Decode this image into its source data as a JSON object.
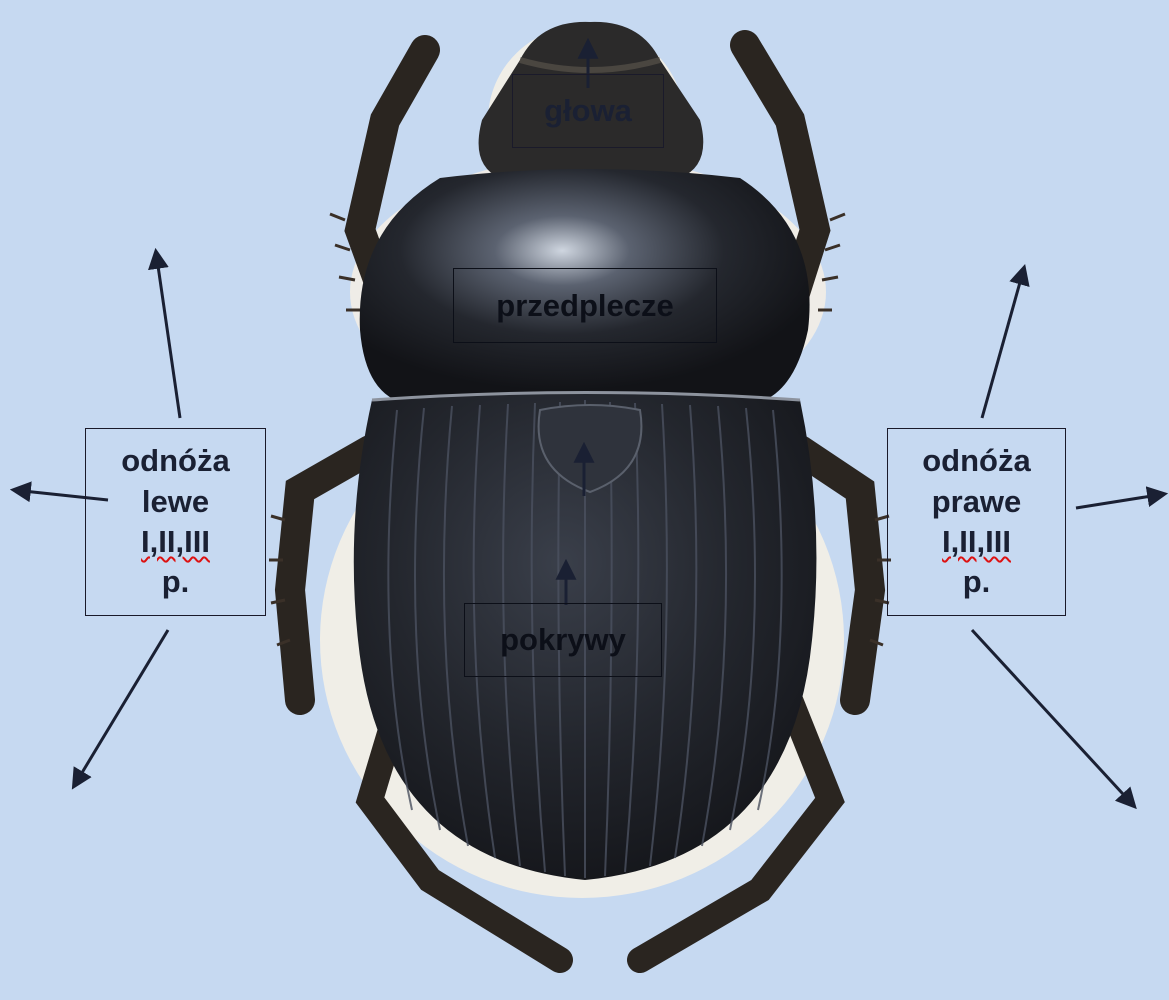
{
  "labels": {
    "head": "głowa",
    "pronotum": "przedplecze",
    "elytra": "pokrywy",
    "left_legs": {
      "line1": "odnóża",
      "line2": "lewe",
      "line3_ref": "I,II,III",
      "line3_suffix": " p."
    },
    "right_legs": {
      "line1": "odnóża",
      "line2": "prawe",
      "line3_ref": "I,II,III",
      "line3_suffix": " p."
    }
  },
  "colors": {
    "background": "#c6d9f1",
    "beetle_body": "#1b1d22",
    "arrow": "#1a2033"
  }
}
